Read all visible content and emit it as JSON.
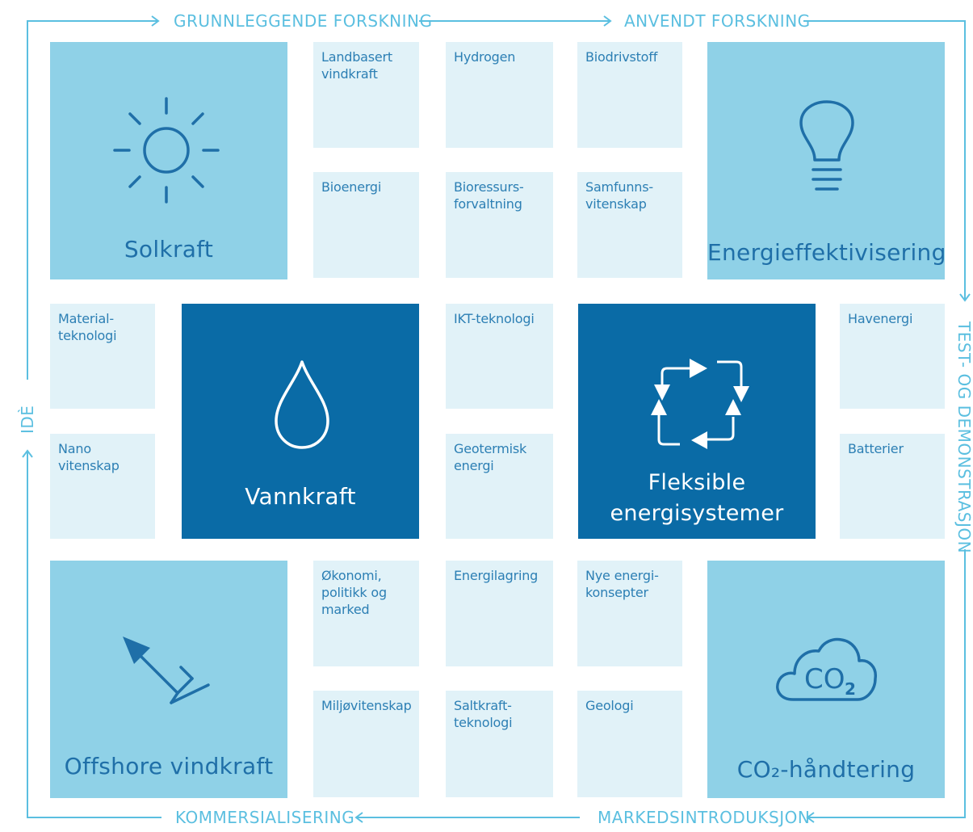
{
  "flow": {
    "top_left": "GRUNNLEGGENDE FORSKNING",
    "top_right": "ANVENDT FORSKNING",
    "right": "TEST- OG DEMONSTRASJON",
    "bottom_right": "MARKEDSINTRODUKSJON",
    "bottom_left": "KOMMERSIALISERING",
    "left": "IDÈ"
  },
  "big": {
    "solkraft": "Solkraft",
    "energieffektivisering": "Energieffektivisering",
    "vannkraft": "Vannkraft",
    "fleksible_line1": "Fleksible",
    "fleksible_line2": "energisystemer",
    "offshore": "Offshore vindkraft",
    "co2": "CO₂-håndtering"
  },
  "small": {
    "landbasert": "Landbasert\nvindkraft",
    "hydrogen": "Hydrogen",
    "biodrivstoff": "Biodrivstoff",
    "bioenergi": "Bioenergi",
    "bioressurs": "Bioressurs-\nforvaltning",
    "samfunn": "Samfunns-\nvitenskap",
    "material": "Material-\nteknologi",
    "ikt": "IKT-teknologi",
    "havenergi": "Havenergi",
    "nano": "Nano\nvitenskap",
    "geotermisk": "Geotermisk\nenergi",
    "batterier": "Batterier",
    "okonomi": "Økonomi,\npolitikk og\nmarked",
    "energilagring": "Energilagring",
    "nye": "Nye energi-\nkonsepter",
    "miljo": "Miljøvitenskap",
    "saltkraft": "Saltkraft-\nteknologi",
    "geologi": "Geologi"
  },
  "icons": {
    "solkraft": "sun-icon",
    "energieffektivisering": "lightbulb-icon",
    "vannkraft": "water-drop-icon",
    "fleksible": "cycle-arrows-icon",
    "offshore": "wind-turbine-icon",
    "co2": "co2-cloud-icon",
    "co2_text": "CO",
    "co2_sub": "2"
  },
  "colors": {
    "light_box": "#8fd1e7",
    "dark_box": "#0a6ba6",
    "small_box": "#e1f2f8",
    "flow_line": "#5bbfe0"
  }
}
